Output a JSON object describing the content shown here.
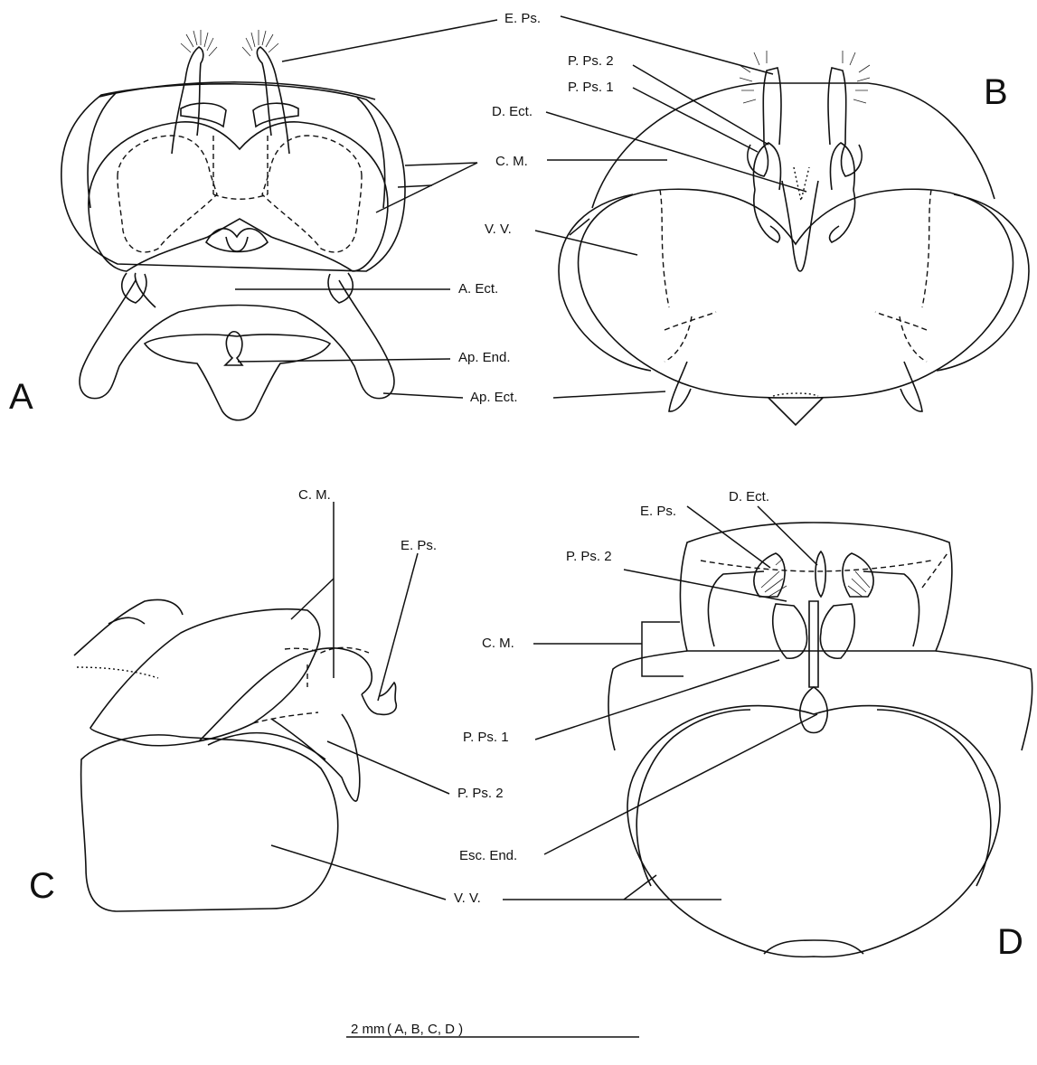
{
  "panels": {
    "a": "A",
    "b": "B",
    "c": "C",
    "d": "D"
  },
  "labels": {
    "a_cm": "C. M.",
    "a_aect": "A. Ect.",
    "a_apend": "Ap. End.",
    "a_apect": "Ap. Ect.",
    "b_eps": "E. Ps.",
    "b_pps2": "P. Ps. 2",
    "b_pps1": "P. Ps. 1",
    "b_dect": "D. Ect.",
    "b_vv": "V. V.",
    "c_cm": "C. M.",
    "c_eps": "E. Ps.",
    "c_pps2": "P. Ps. 2",
    "c_vv": "V. V.",
    "d_dect": "D. Ect.",
    "d_eps": "E. Ps.",
    "d_pps2": "P. Ps. 2",
    "d_cm": "C. M.",
    "d_pps1": "P. Ps. 1",
    "d_escend": "Esc. End.",
    "d_vv": "V. V."
  },
  "scale_bar": {
    "label": "2 mm",
    "note": "( A, B, C, D )"
  }
}
